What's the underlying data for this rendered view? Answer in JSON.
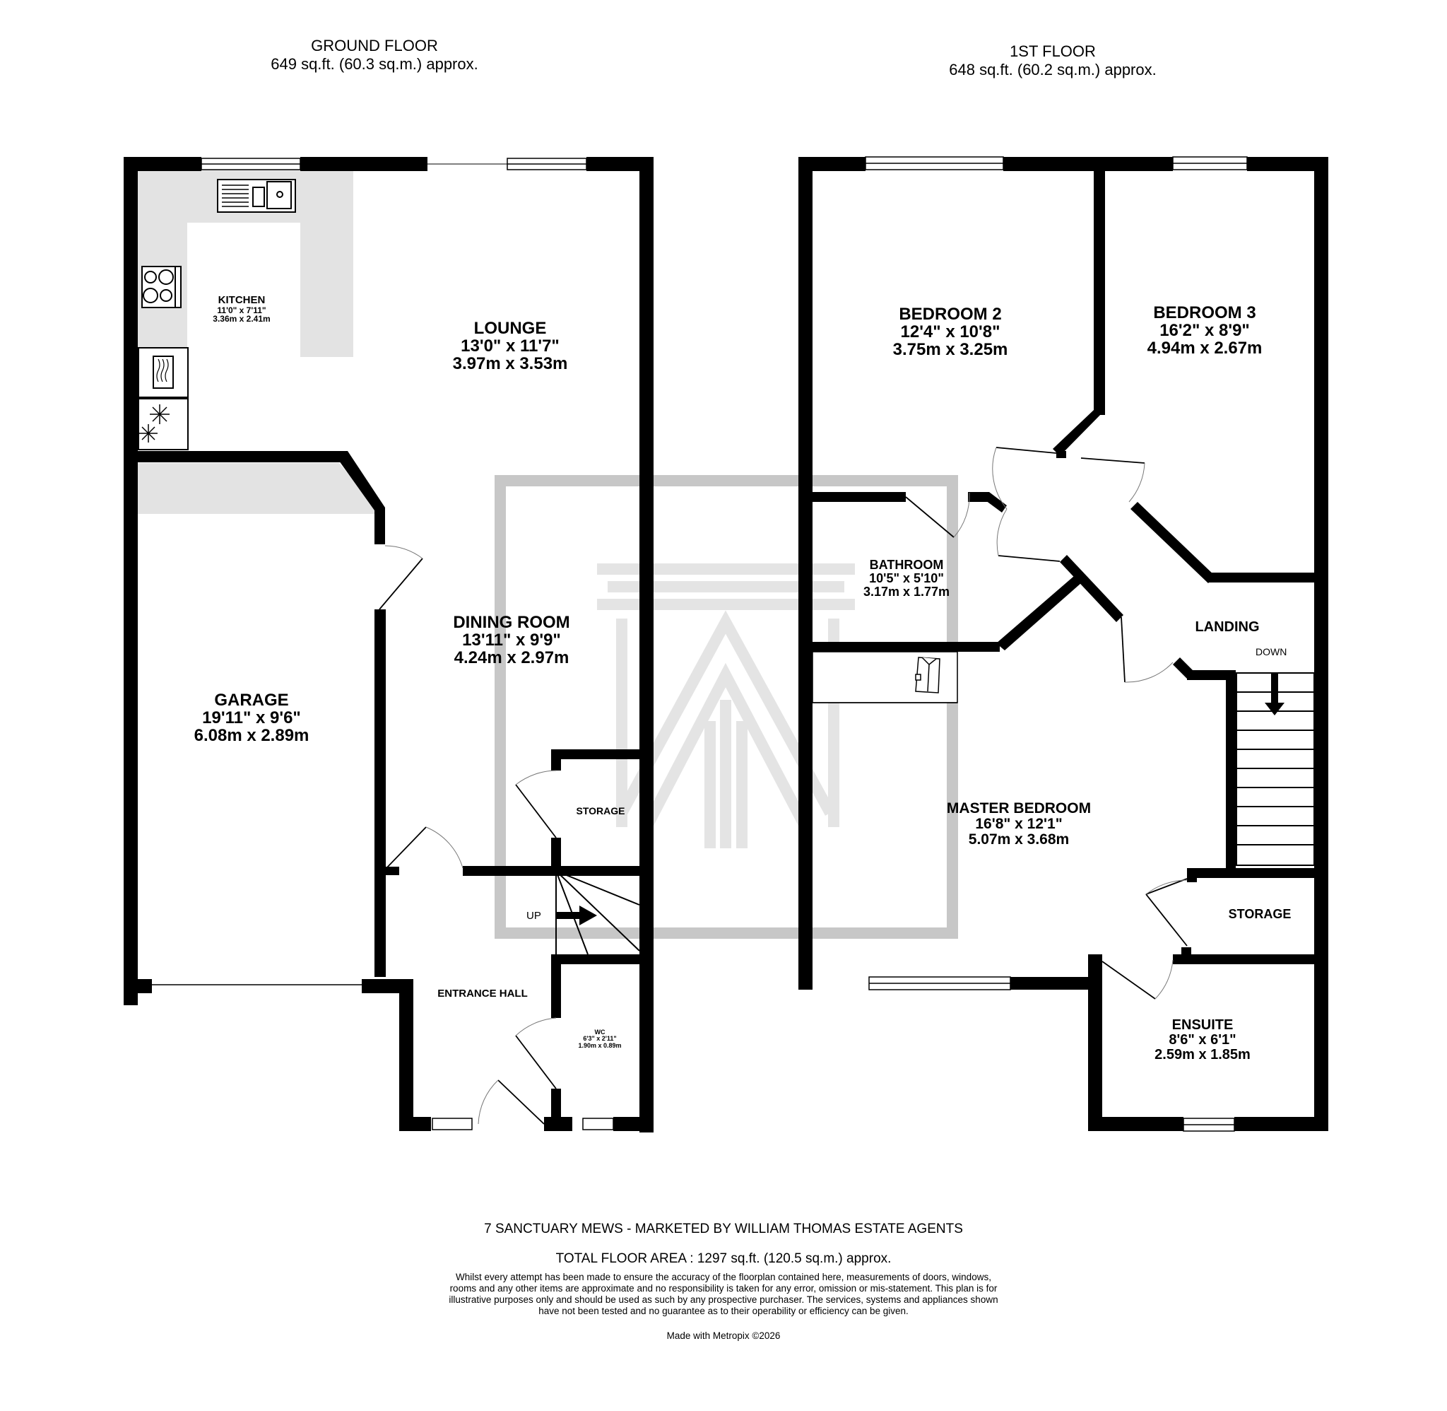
{
  "floors": [
    {
      "name": "GROUND FLOOR",
      "area": "649 sq.ft. (60.3 sq.m.) approx.",
      "rooms": [
        {
          "name": "KITCHEN",
          "imperial": "11'0\"  x 7'11\"",
          "metric": "3.36m  x 2.41m"
        },
        {
          "name": "LOUNGE",
          "imperial": "13'0\"  x 11'7\"",
          "metric": "3.97m  x 3.53m"
        },
        {
          "name": "DINING ROOM",
          "imperial": "13'11\"  x 9'9\"",
          "metric": "4.24m  x 2.97m"
        },
        {
          "name": "GARAGE",
          "imperial": "19'11\"  x 9'6\"",
          "metric": "6.08m  x 2.89m"
        },
        {
          "name": "STORAGE"
        },
        {
          "name": "ENTRANCE HALL"
        },
        {
          "name": "WC",
          "imperial": "6'3\"  x 2'11\"",
          "metric": "1.90m  x 0.89m"
        }
      ],
      "stairs_label": "UP",
      "fixtures": [
        "sink-icon",
        "hob-icon",
        "oven-icon",
        "fridge-freezer-icon"
      ]
    },
    {
      "name": "1ST FLOOR",
      "area": "648 sq.ft. (60.2 sq.m.) approx.",
      "rooms": [
        {
          "name": "BEDROOM 2",
          "imperial": "12'4\"  x 10'8\"",
          "metric": "3.75m  x 3.25m"
        },
        {
          "name": "BEDROOM 3",
          "imperial": "16'2\"  x 8'9\"",
          "metric": "4.94m  x 2.67m"
        },
        {
          "name": "BATHROOM",
          "imperial": "10'5\"  x 5'10\"",
          "metric": "3.17m  x 1.77m"
        },
        {
          "name": "LANDING"
        },
        {
          "name": "MASTER BEDROOM",
          "imperial": "16'8\"  x 12'1\"",
          "metric": "5.07m  x 3.68m"
        },
        {
          "name": "STORAGE"
        },
        {
          "name": "ENSUITE",
          "imperial": "8'6\"  x 6'1\"",
          "metric": "2.59m  x 1.85m"
        }
      ],
      "stairs_label": "DOWN",
      "fixtures": [
        "wardrobe-shirt-icon"
      ]
    }
  ],
  "footer": {
    "property": "7 SANCTUARY MEWS - MARKETED BY WILLIAM THOMAS ESTATE AGENTS",
    "total_area": "TOTAL FLOOR AREA : 1297 sq.ft. (120.5 sq.m.) approx.",
    "disclaimer": "Whilst every attempt has been made to ensure the accuracy of the floorplan contained here, measurements of doors, windows, rooms and any other items are approximate and no responsibility is taken for any error, omission or mis-statement. This plan is for illustrative purposes only and should be used as such by any prospective purchaser. The services, systems and appliances shown have not been tested and no guarantee as to their operability or efficiency can be given.",
    "credit": "Made with Metropix ©2026"
  },
  "watermark": "WT-logo",
  "colors": {
    "wall": "#000000",
    "worktop": "#e3e3e3",
    "watermark": "#b4b4b4",
    "background": "#ffffff"
  }
}
